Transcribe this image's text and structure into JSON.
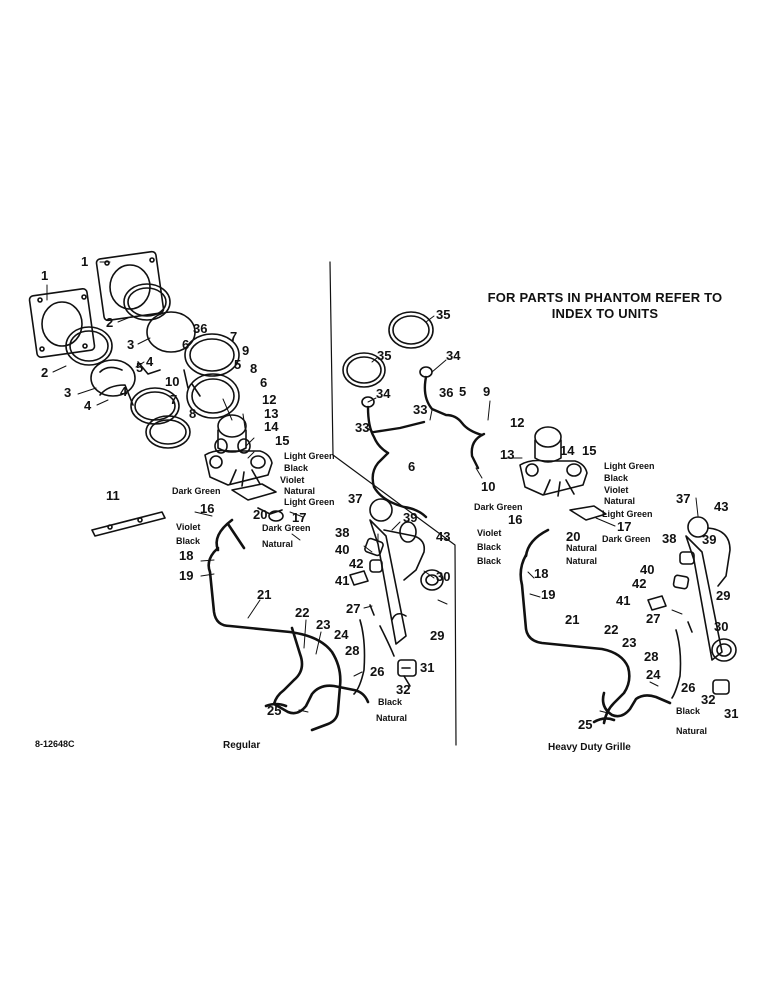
{
  "note": {
    "line1": "FOR PARTS IN PHANTOM REFER TO",
    "line2": "INDEX TO UNITS"
  },
  "captions": {
    "figure_id": "8-12648C",
    "left": "Regular",
    "right": "Heavy Duty Grille"
  },
  "wire_colors": {
    "light_green": "Light Green",
    "black": "Black",
    "violet": "Violet",
    "natural": "Natural",
    "dark_green": "Dark Green"
  },
  "callouts_left": [
    {
      "id": "L1a",
      "text": "1"
    },
    {
      "id": "L1b",
      "text": "1"
    },
    {
      "id": "L2a",
      "text": "2"
    },
    {
      "id": "L2b",
      "text": "2"
    },
    {
      "id": "L3a",
      "text": "3"
    },
    {
      "id": "L3b",
      "text": "3"
    },
    {
      "id": "L4a",
      "text": "4"
    },
    {
      "id": "L4b",
      "text": "4"
    },
    {
      "id": "L4c",
      "text": "4"
    },
    {
      "id": "L36",
      "text": "36"
    },
    {
      "id": "L6a",
      "text": "6"
    },
    {
      "id": "L7a",
      "text": "7"
    },
    {
      "id": "L9",
      "text": "9"
    },
    {
      "id": "L5a",
      "text": "5"
    },
    {
      "id": "L5b",
      "text": "5"
    },
    {
      "id": "L8a",
      "text": "8"
    },
    {
      "id": "L10",
      "text": "10"
    },
    {
      "id": "L6b",
      "text": "6"
    },
    {
      "id": "L7b",
      "text": "7"
    },
    {
      "id": "L8b",
      "text": "8"
    },
    {
      "id": "L12",
      "text": "12"
    },
    {
      "id": "L13",
      "text": "13"
    },
    {
      "id": "L14",
      "text": "14"
    },
    {
      "id": "L15",
      "text": "15"
    },
    {
      "id": "L11",
      "text": "11"
    },
    {
      "id": "L16",
      "text": "16"
    },
    {
      "id": "L20",
      "text": "20"
    },
    {
      "id": "L17",
      "text": "17"
    },
    {
      "id": "L18",
      "text": "18"
    },
    {
      "id": "L19",
      "text": "19"
    },
    {
      "id": "L21",
      "text": "21"
    },
    {
      "id": "L22",
      "text": "22"
    },
    {
      "id": "L23",
      "text": "23"
    },
    {
      "id": "L24",
      "text": "24"
    },
    {
      "id": "L25",
      "text": "25"
    },
    {
      "id": "L26",
      "text": "26"
    },
    {
      "id": "L27",
      "text": "27"
    },
    {
      "id": "L28",
      "text": "28"
    },
    {
      "id": "L29",
      "text": "29"
    },
    {
      "id": "L30",
      "text": "30"
    },
    {
      "id": "L31",
      "text": "31"
    },
    {
      "id": "L32",
      "text": "32"
    },
    {
      "id": "L37",
      "text": "37"
    },
    {
      "id": "L38",
      "text": "38"
    },
    {
      "id": "L39",
      "text": "39"
    },
    {
      "id": "L40",
      "text": "40"
    },
    {
      "id": "L41",
      "text": "41"
    },
    {
      "id": "L42",
      "text": "42"
    },
    {
      "id": "L43",
      "text": "43"
    }
  ],
  "callouts_right": [
    {
      "id": "R35a",
      "text": "35"
    },
    {
      "id": "R35b",
      "text": "35"
    },
    {
      "id": "R34a",
      "text": "34"
    },
    {
      "id": "R34b",
      "text": "34"
    },
    {
      "id": "R36",
      "text": "36"
    },
    {
      "id": "R5",
      "text": "5"
    },
    {
      "id": "R9",
      "text": "9"
    },
    {
      "id": "R33a",
      "text": "33"
    },
    {
      "id": "R33b",
      "text": "33"
    },
    {
      "id": "R6",
      "text": "6"
    },
    {
      "id": "R12",
      "text": "12"
    },
    {
      "id": "R13",
      "text": "13"
    },
    {
      "id": "R14",
      "text": "14"
    },
    {
      "id": "R15",
      "text": "15"
    },
    {
      "id": "R10",
      "text": "10"
    },
    {
      "id": "R16",
      "text": "16"
    },
    {
      "id": "R17",
      "text": "17"
    },
    {
      "id": "R20",
      "text": "20"
    },
    {
      "id": "R18",
      "text": "18"
    },
    {
      "id": "R19",
      "text": "19"
    },
    {
      "id": "R21",
      "text": "21"
    },
    {
      "id": "R22",
      "text": "22"
    },
    {
      "id": "R23",
      "text": "23"
    },
    {
      "id": "R24",
      "text": "24"
    },
    {
      "id": "R25",
      "text": "25"
    },
    {
      "id": "R26",
      "text": "26"
    },
    {
      "id": "R27",
      "text": "27"
    },
    {
      "id": "R28",
      "text": "28"
    },
    {
      "id": "R29",
      "text": "29"
    },
    {
      "id": "R30",
      "text": "30"
    },
    {
      "id": "R31",
      "text": "31"
    },
    {
      "id": "R32",
      "text": "32"
    },
    {
      "id": "R37",
      "text": "37"
    },
    {
      "id": "R38",
      "text": "38"
    },
    {
      "id": "R39",
      "text": "39"
    },
    {
      "id": "R40",
      "text": "40"
    },
    {
      "id": "R41",
      "text": "41"
    },
    {
      "id": "R42",
      "text": "42"
    },
    {
      "id": "R43",
      "text": "43"
    }
  ],
  "colors": {
    "ink": "#111111",
    "paper": "#ffffff"
  }
}
